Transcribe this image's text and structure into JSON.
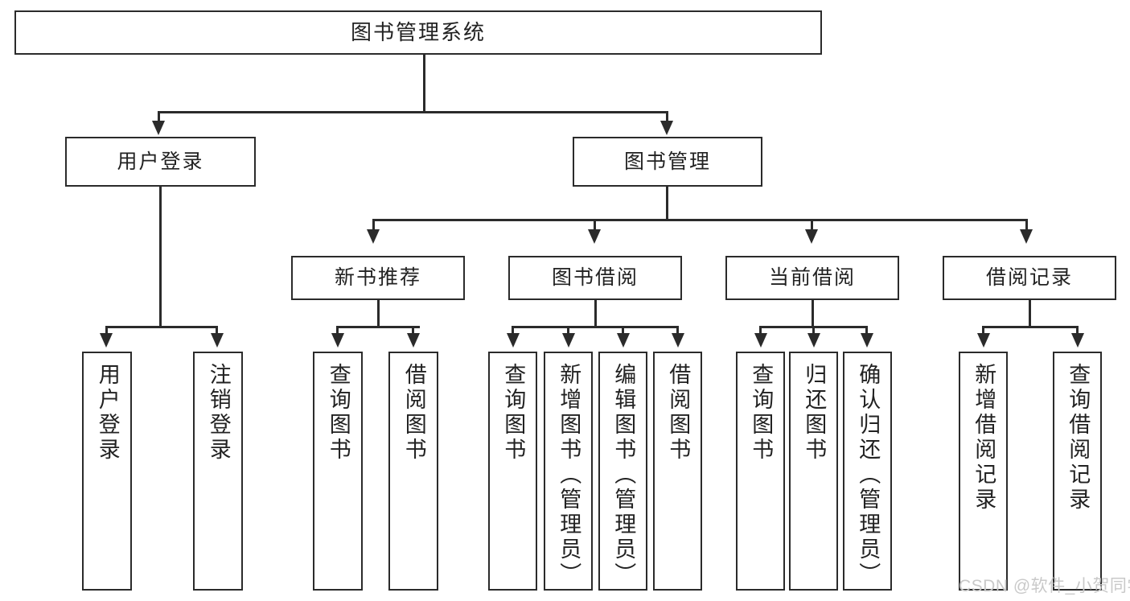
{
  "diagram": {
    "title": "图书管理系统",
    "type": "tree-hierarchy-diagram",
    "watermark": "CSDN @软件_小贺同学",
    "colors": {
      "stroke": "#2b2b2b",
      "fill": "#ffffff",
      "text": "#222222",
      "watermark": "#c9c9c9"
    },
    "root": {
      "label": "图书管理系统"
    },
    "level2": [
      {
        "label": "用户登录"
      },
      {
        "label": "图书管理"
      }
    ],
    "level3": [
      {
        "label": "新书推荐"
      },
      {
        "label": "图书借阅"
      },
      {
        "label": "当前借阅"
      },
      {
        "label": "借阅记录"
      }
    ],
    "leaves": {
      "user_login": [
        {
          "label": "用户登录"
        },
        {
          "label": "注销登录"
        }
      ],
      "new_book_recommend": [
        {
          "label": "查询图书"
        },
        {
          "label": "借阅图书"
        }
      ],
      "book_borrow": [
        {
          "label": "查询图书"
        },
        {
          "label": "新增图书（管理员）"
        },
        {
          "label": "编辑图书（管理员）"
        },
        {
          "label": "借阅图书"
        }
      ],
      "current_borrow": [
        {
          "label": "查询图书"
        },
        {
          "label": "归还图书"
        },
        {
          "label": "确认归还（管理员）"
        }
      ],
      "borrow_record": [
        {
          "label": "新增借阅记录"
        },
        {
          "label": "查询借阅记录"
        }
      ]
    }
  }
}
